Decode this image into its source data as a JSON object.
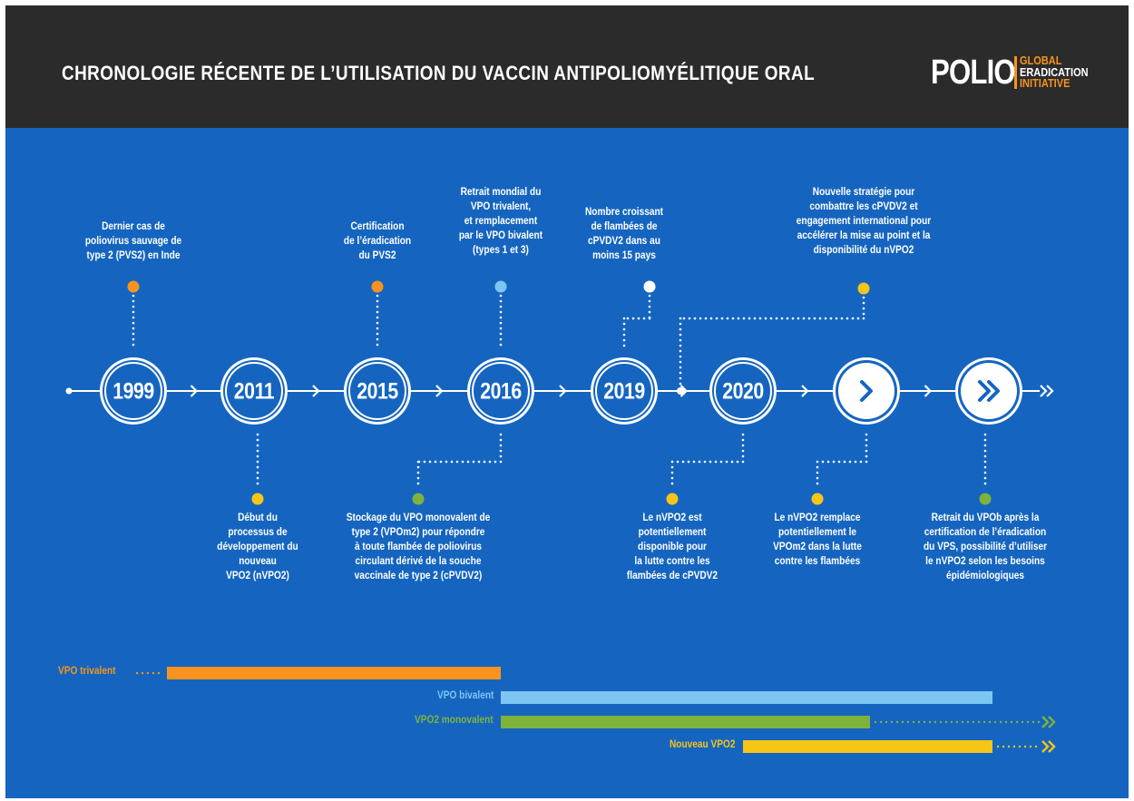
{
  "header": {
    "title": "CHRONOLOGIE RÉCENTE DE L’UTILISATION DU VACCIN ANTIPOLIOMYÉLITIQUE ORAL",
    "logo": {
      "word": "POLIO",
      "line1": "GLOBAL",
      "line2": "ERADICATION",
      "line3": "INITIATIVE"
    }
  },
  "colors": {
    "background": "#1565c0",
    "orange": "#f7931e",
    "light_blue": "#7cc6f3",
    "green": "#7fb23a",
    "yellow": "#f5c518",
    "white": "#ffffff"
  },
  "timeline": {
    "nodes": [
      {
        "label": "1999"
      },
      {
        "label": "2011"
      },
      {
        "label": "2015"
      },
      {
        "label": "2016"
      },
      {
        "label": "2019"
      },
      {
        "label": "2020"
      },
      {
        "label": "",
        "icon": "chevron-right-icon"
      },
      {
        "label": "",
        "icon": "double-chevron-right-icon"
      }
    ],
    "top_events": [
      {
        "node": "1999",
        "dot": "orange",
        "lines": [
          "Dernier cas de",
          "poliovirus sauvage de",
          "type 2 (PVS2) en Inde"
        ]
      },
      {
        "node": "2015",
        "dot": "orange",
        "lines": [
          "Certification",
          "de l’éradication",
          "du PVS2"
        ]
      },
      {
        "node": "2016",
        "dot": "light_blue",
        "lines": [
          "Retrait mondial du",
          "VPO trivalent,",
          "et remplacement",
          "par le VPO bivalent",
          "(types 1 et 3)"
        ]
      },
      {
        "node": "2019",
        "dot": "white",
        "lines": [
          "Nombre croissant",
          "de flambées de",
          "cPVDV2 dans au",
          "moins 15 pays"
        ]
      },
      {
        "node": "2019-2020",
        "dot": "yellow",
        "lines": [
          "Nouvelle stratégie pour",
          "combattre les cPVDV2 et",
          "engagement international pour",
          "accélérer la mise au point et la",
          "disponibilité du nVPO2"
        ]
      }
    ],
    "bottom_events": [
      {
        "node": "2011",
        "dot": "yellow",
        "lines": [
          "Début du",
          "processus de",
          "développement du",
          "nouveau",
          "VPO2 (nVPO2)"
        ]
      },
      {
        "node": "2016",
        "dot": "green",
        "lines": [
          "Stockage du VPO monovalent de",
          "type 2 (VPOm2) pour répondre",
          "à toute flambée de poliovirus",
          "circulant dérivé de la souche",
          "vaccinale de type 2 (cPVDV2)"
        ]
      },
      {
        "node": "2020",
        "dot": "yellow",
        "lines": [
          "Le nVPO2 est",
          "potentiellement",
          "disponible pour",
          "la lutte contre les",
          "flambées de cPVDV2"
        ]
      },
      {
        "node": "future-1",
        "dot": "yellow",
        "lines": [
          "Le nVPO2 remplace",
          "potentiellement le",
          "VPOm2 dans la lutte",
          "contre les flambées"
        ]
      },
      {
        "node": "future-2",
        "dot": "green",
        "lines": [
          "Retrait du VPOb après la",
          "certification de l’éradication",
          "du VPS, possibilité d’utiliser",
          "le nVPO2 selon les besoins",
          "épidémiologiques"
        ]
      }
    ]
  },
  "bars": [
    {
      "label": "VPO trivalent",
      "color": "orange"
    },
    {
      "label": "VPO bivalent",
      "color": "light_blue"
    },
    {
      "label": "VPO2 monovalent",
      "color": "green"
    },
    {
      "label": "Nouveau VPO2",
      "color": "yellow"
    }
  ]
}
